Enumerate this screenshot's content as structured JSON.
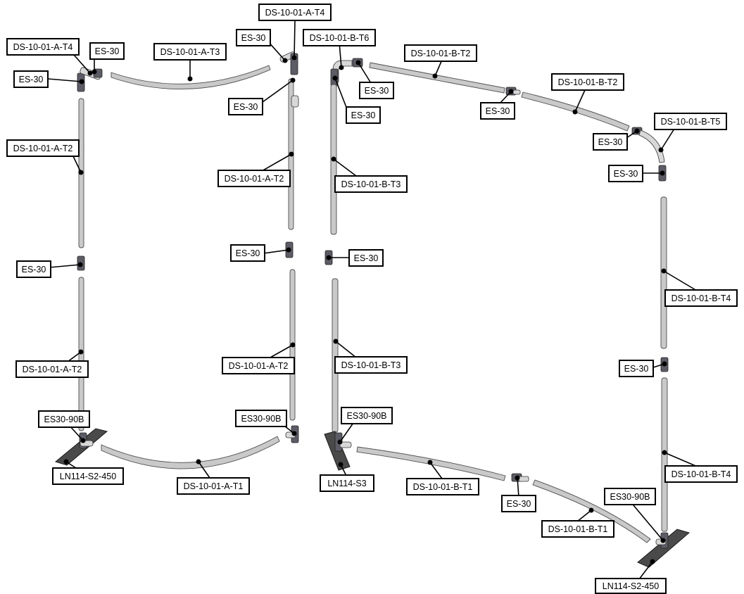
{
  "labels": {
    "a_t4_left": "DS-10-01-A-T4",
    "es30_left_top": "ES-30",
    "a_t3": "DS-10-01-A-T3",
    "es30_left_side": "ES-30",
    "a_t2_left_upper": "DS-10-01-A-T2",
    "es30_left_mid": "ES-30",
    "a_t2_left_lower": "DS-10-01-A-T2",
    "es30_90b_left": "ES30-90B",
    "ln114_s2_450_left": "LN114-S2-450",
    "a_t1": "DS-10-01-A-T1",
    "a_t4_center": "DS-10-01-A-T4",
    "es30_center_top": "ES-30",
    "es30_center_below": "ES-30",
    "a_t2_center_upper": "DS-10-01-A-T2",
    "es30_center_mid": "ES-30",
    "a_t2_center_lower": "DS-10-01-A-T2",
    "es30_90b_center": "ES30-90B",
    "b_t6": "DS-10-01-B-T6",
    "es30_b6_right": "ES-30",
    "es30_b6_below": "ES-30",
    "b_t3_upper": "DS-10-01-B-T3",
    "es30_b_mid": "ES-30",
    "b_t3_lower": "DS-10-01-B-T3",
    "es30_90b_b": "ES30-90B",
    "ln114_s3": "LN114-S3",
    "b_t2_first": "DS-10-01-B-T2",
    "es30_b_top_joint": "ES-30",
    "b_t2_second": "DS-10-01-B-T2",
    "es30_b5_left": "ES-30",
    "b_t5": "DS-10-01-B-T5",
    "es30_b5_below": "ES-30",
    "b_t4_upper": "DS-10-01-B-T4",
    "es30_right_mid": "ES-30",
    "b_t4_lower": "DS-10-01-B-T4",
    "b_t1_first": "DS-10-01-B-T1",
    "es30_b_bottom_joint": "ES-30",
    "b_t1_second": "DS-10-01-B-T1",
    "es30_90b_right": "ES30-90B",
    "ln114_s2_450_right": "LN114-S2-450"
  }
}
